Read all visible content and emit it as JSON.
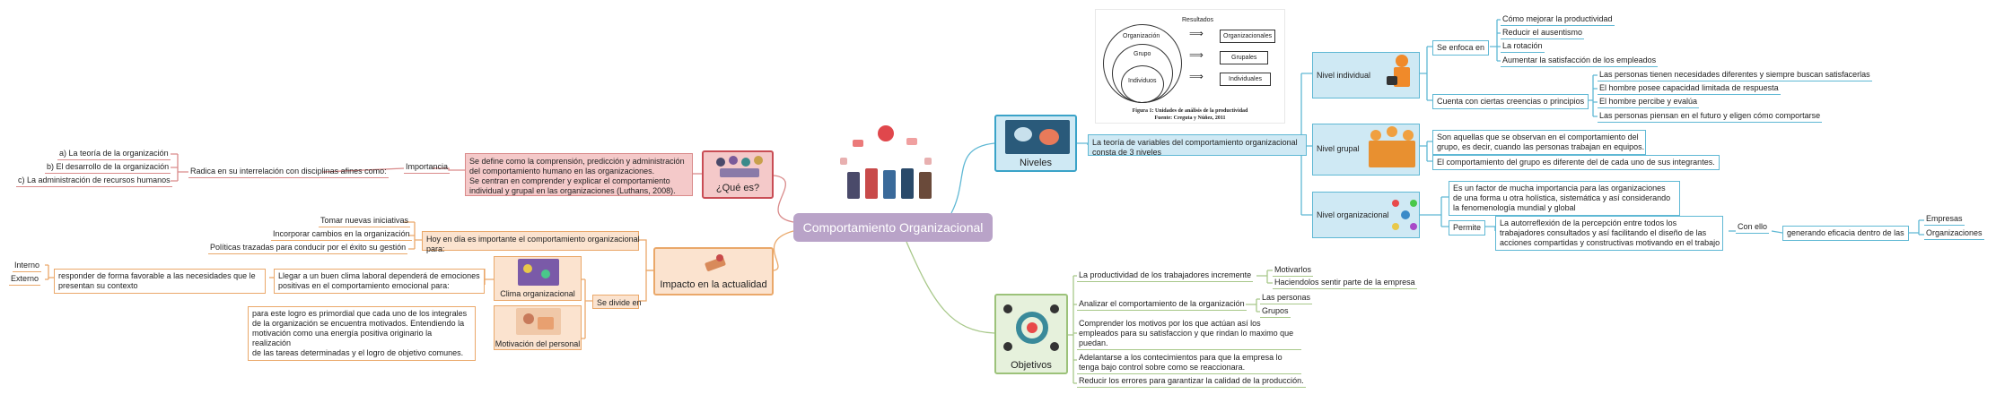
{
  "central": {
    "title": "Comportamiento Organizacional"
  },
  "que_es": {
    "label": "¿Qué es?",
    "definition": [
      "Se define como la comprensión, predicción y administración",
      "del comportamiento humano en las organizaciones.",
      "Se centran en comprender y explicar el comportamiento",
      "individual y grupal en las organizaciones (Luthans, 2008)."
    ],
    "importancia": "Importancia",
    "radica": "Radica en su interrelación con disciplinas afines como:",
    "disciplinas": [
      "a) La teoría de la organización",
      "b) El desarrollo de la organización",
      "c) La administración de recursos humanos"
    ]
  },
  "impacto": {
    "label": "Impacto en la actualidad",
    "hoy": [
      "Hoy en día es importante el comportamiento organizacional",
      "para:"
    ],
    "para_items": [
      "Tomar nuevas iniciativas",
      "Incorporar cambios en la organización",
      "Políticas trazadas para conducir por el éxito su gestión"
    ],
    "se_divide": "Se divide en",
    "clima": {
      "label": "Clima organizacional",
      "text": [
        "Llegar a un buen clima laboral dependerá de emociones",
        "positivas en el comportamiento emocional para:"
      ],
      "responder": [
        "responder de forma favorable a las necesidades que le",
        "presentan su contexto"
      ],
      "tipos": [
        "Interno",
        "Externo"
      ]
    },
    "motivacion": {
      "label": "Motivación del personal",
      "text": [
        "para este logro es primordial que cada uno de los integrales",
        "de la organización se encuentra motivados. Entendiendo la",
        "motivación como una energía positiva originario la realización",
        "de las tareas determinadas y el logro de objetivo comunes."
      ]
    }
  },
  "niveles": {
    "label": "Niveles",
    "teoria": [
      "La teoría de variables del comportamiento organizacional",
      "consta de 3 niveles"
    ],
    "figure": {
      "resultados": "Resultados",
      "organizacion": "Organización",
      "grupo": "Grupo",
      "individuos": "Individuos",
      "box_org": "Organizacionales",
      "box_grp": "Grupales",
      "box_ind": "Individuales",
      "caption": "Figura 1: Unidades de análisis de la productividad",
      "fuente": "Fuente: Creguta y Núñez, 2011"
    },
    "individual": {
      "label": "Nivel individual",
      "enfoca": "Se enfoca en",
      "enfoca_items": [
        "Cómo mejorar la productividad",
        "Reducir el ausentismo",
        "La rotación",
        "Aumentar la satisfacción de los empleados"
      ],
      "cuenta": "Cuenta con ciertas creencias o principios",
      "principios": [
        "Las personas tienen necesidades diferentes y siempre buscan satisfacerlas",
        "El hombre posee capacidad limitada de respuesta",
        "El hombre percibe y evalúa",
        "Las personas piensan en el futuro y eligen cómo comportarse"
      ]
    },
    "grupal": {
      "label": "Nivel grupal",
      "items": [
        [
          "Son aquellas que se observan en el comportamiento del",
          "grupo, es decir, cuando las personas trabajan en equipos."
        ],
        [
          "El comportamiento del grupo es diferente del de cada uno de sus integrantes."
        ]
      ]
    },
    "organizacional": {
      "label": "Nivel organizacional",
      "factor": [
        "Es un factor de mucha importancia para las organizaciones",
        "de una forma u otra holística, sistemática y así considerando",
        "la fenomenología mundial y global"
      ],
      "permite": "Permite",
      "autorreflexion": [
        "La autorreflexión de la percepción entre todos los",
        "trabajadores consultados  y así facilitando el diseño de las",
        "acciones compartidas y constructivas motivando en el trabajo"
      ],
      "con_ello": "Con ello",
      "generando": "generando eficacia dentro de las",
      "destinos": [
        "Empresas",
        "Organizaciones"
      ]
    }
  },
  "objetivos": {
    "label": "Objetivos",
    "items": [
      "La productividad de los trabajadores incremente",
      "Analizar el comportamiento de la organización",
      "Comprender los motivos por los que actúan así los",
      "Adelantarse a los contecimientos para que la empresa lo",
      "Reducir los errores para garantizar la calidad de la producción."
    ],
    "comprender": [
      "Comprender los motivos por los que actúan así los",
      "empleados para su satisfaccion y que rindan lo maximo que",
      "puedan."
    ],
    "adelantarse": [
      "Adelantarse a los contecimientos para que la empresa lo",
      "tenga bajo control sobre como se reaccionara."
    ],
    "productividad_sub": [
      "Motivarlos",
      "Haciendolos sentir parte de la empresa"
    ],
    "analizar_sub": [
      "Las personas",
      "Grupos"
    ]
  }
}
